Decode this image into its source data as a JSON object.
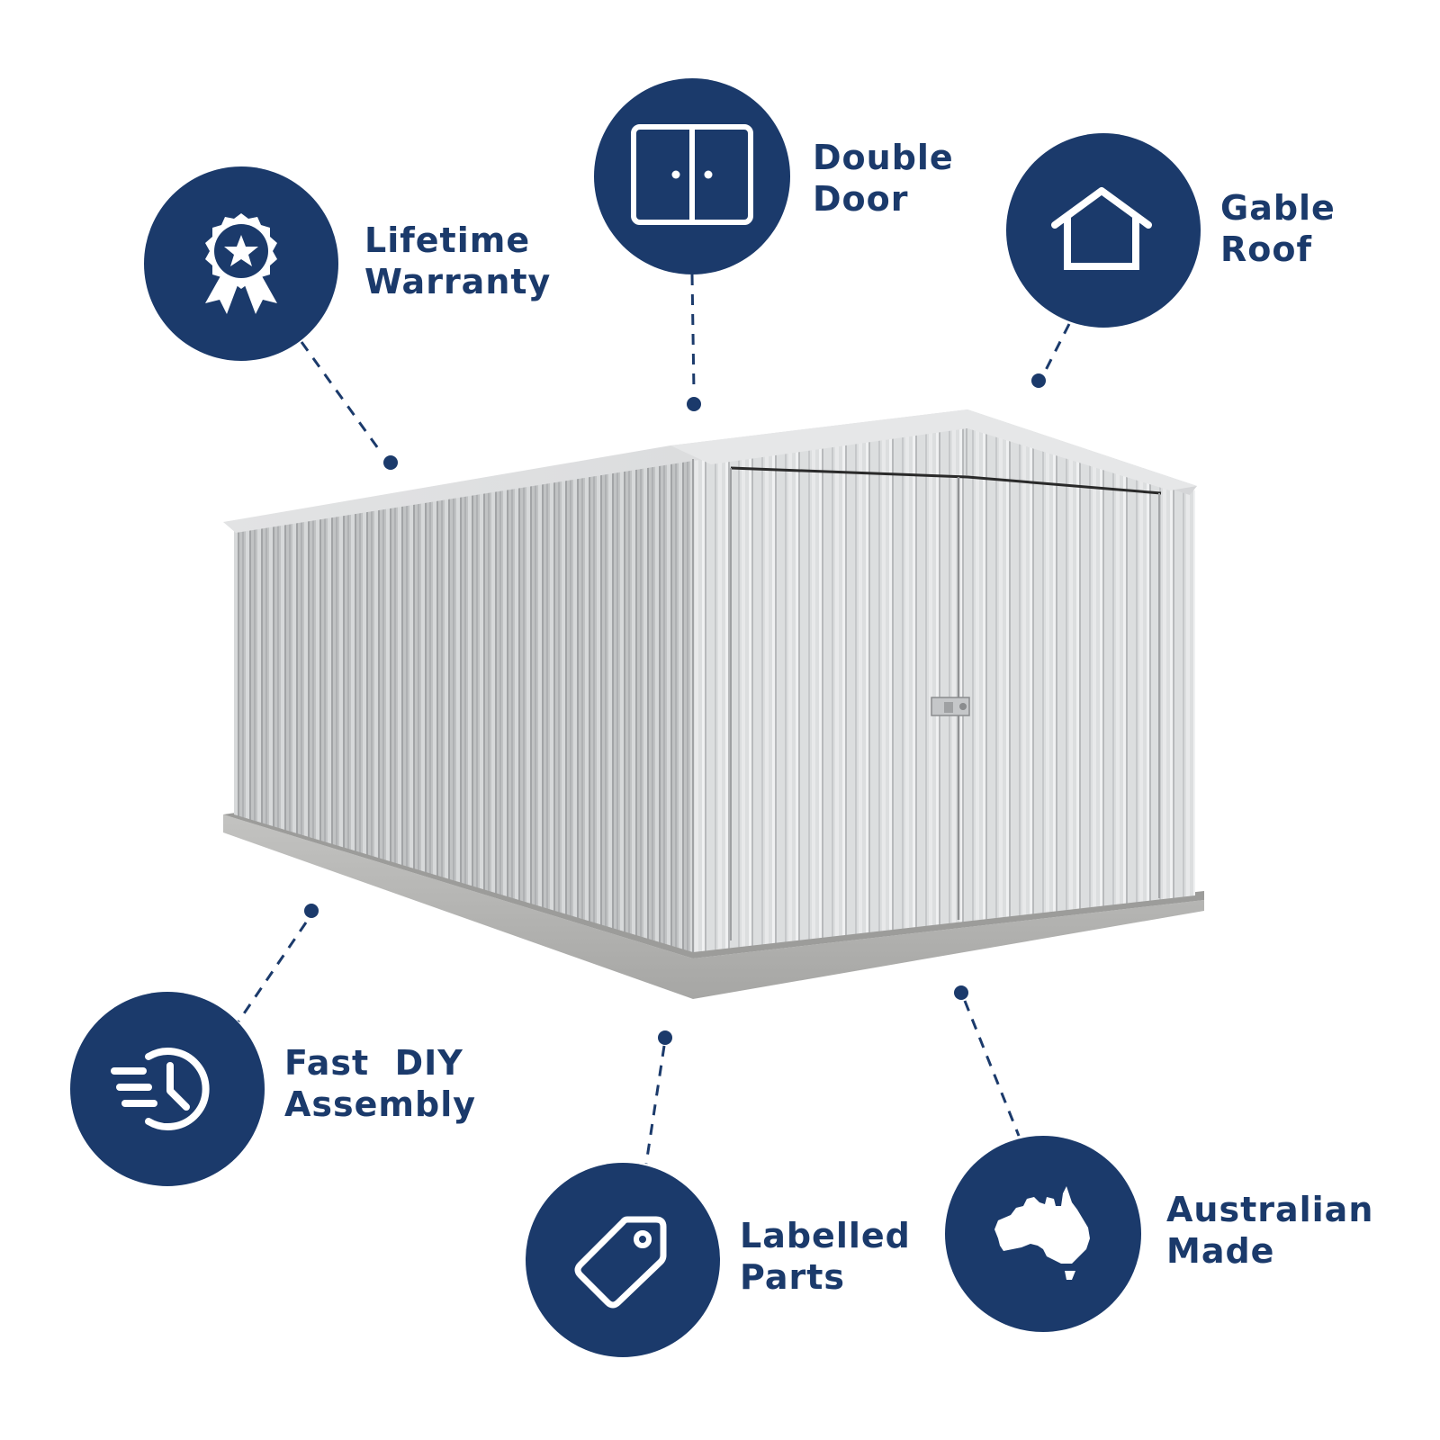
{
  "colors": {
    "brand_navy": "#1b3a6b",
    "shed_metal": "#d6d8da",
    "concrete": "#b8b8b6",
    "background": "#ffffff"
  },
  "features": [
    {
      "id": "lifetime-warranty",
      "icon": "award-ribbon-star-icon",
      "line1": "Lifetime",
      "line2": "Warranty"
    },
    {
      "id": "double-door",
      "icon": "double-door-icon",
      "line1": "Double",
      "line2": "Door"
    },
    {
      "id": "gable-roof",
      "icon": "house-gable-icon",
      "line1": "Gable",
      "line2": "Roof"
    },
    {
      "id": "fast-diy-assembly",
      "icon": "fast-clock-icon",
      "line1": "Fast  DIY",
      "line2": "Assembly"
    },
    {
      "id": "labelled-parts",
      "icon": "tag-label-icon",
      "line1": "Labelled",
      "line2": "Parts"
    },
    {
      "id": "australian-made",
      "icon": "australia-map-icon",
      "line1": "Australian",
      "line2": "Made"
    }
  ],
  "product": {
    "image": "steel-garden-shed-gable-roof-double-door-on-concrete-slab"
  }
}
